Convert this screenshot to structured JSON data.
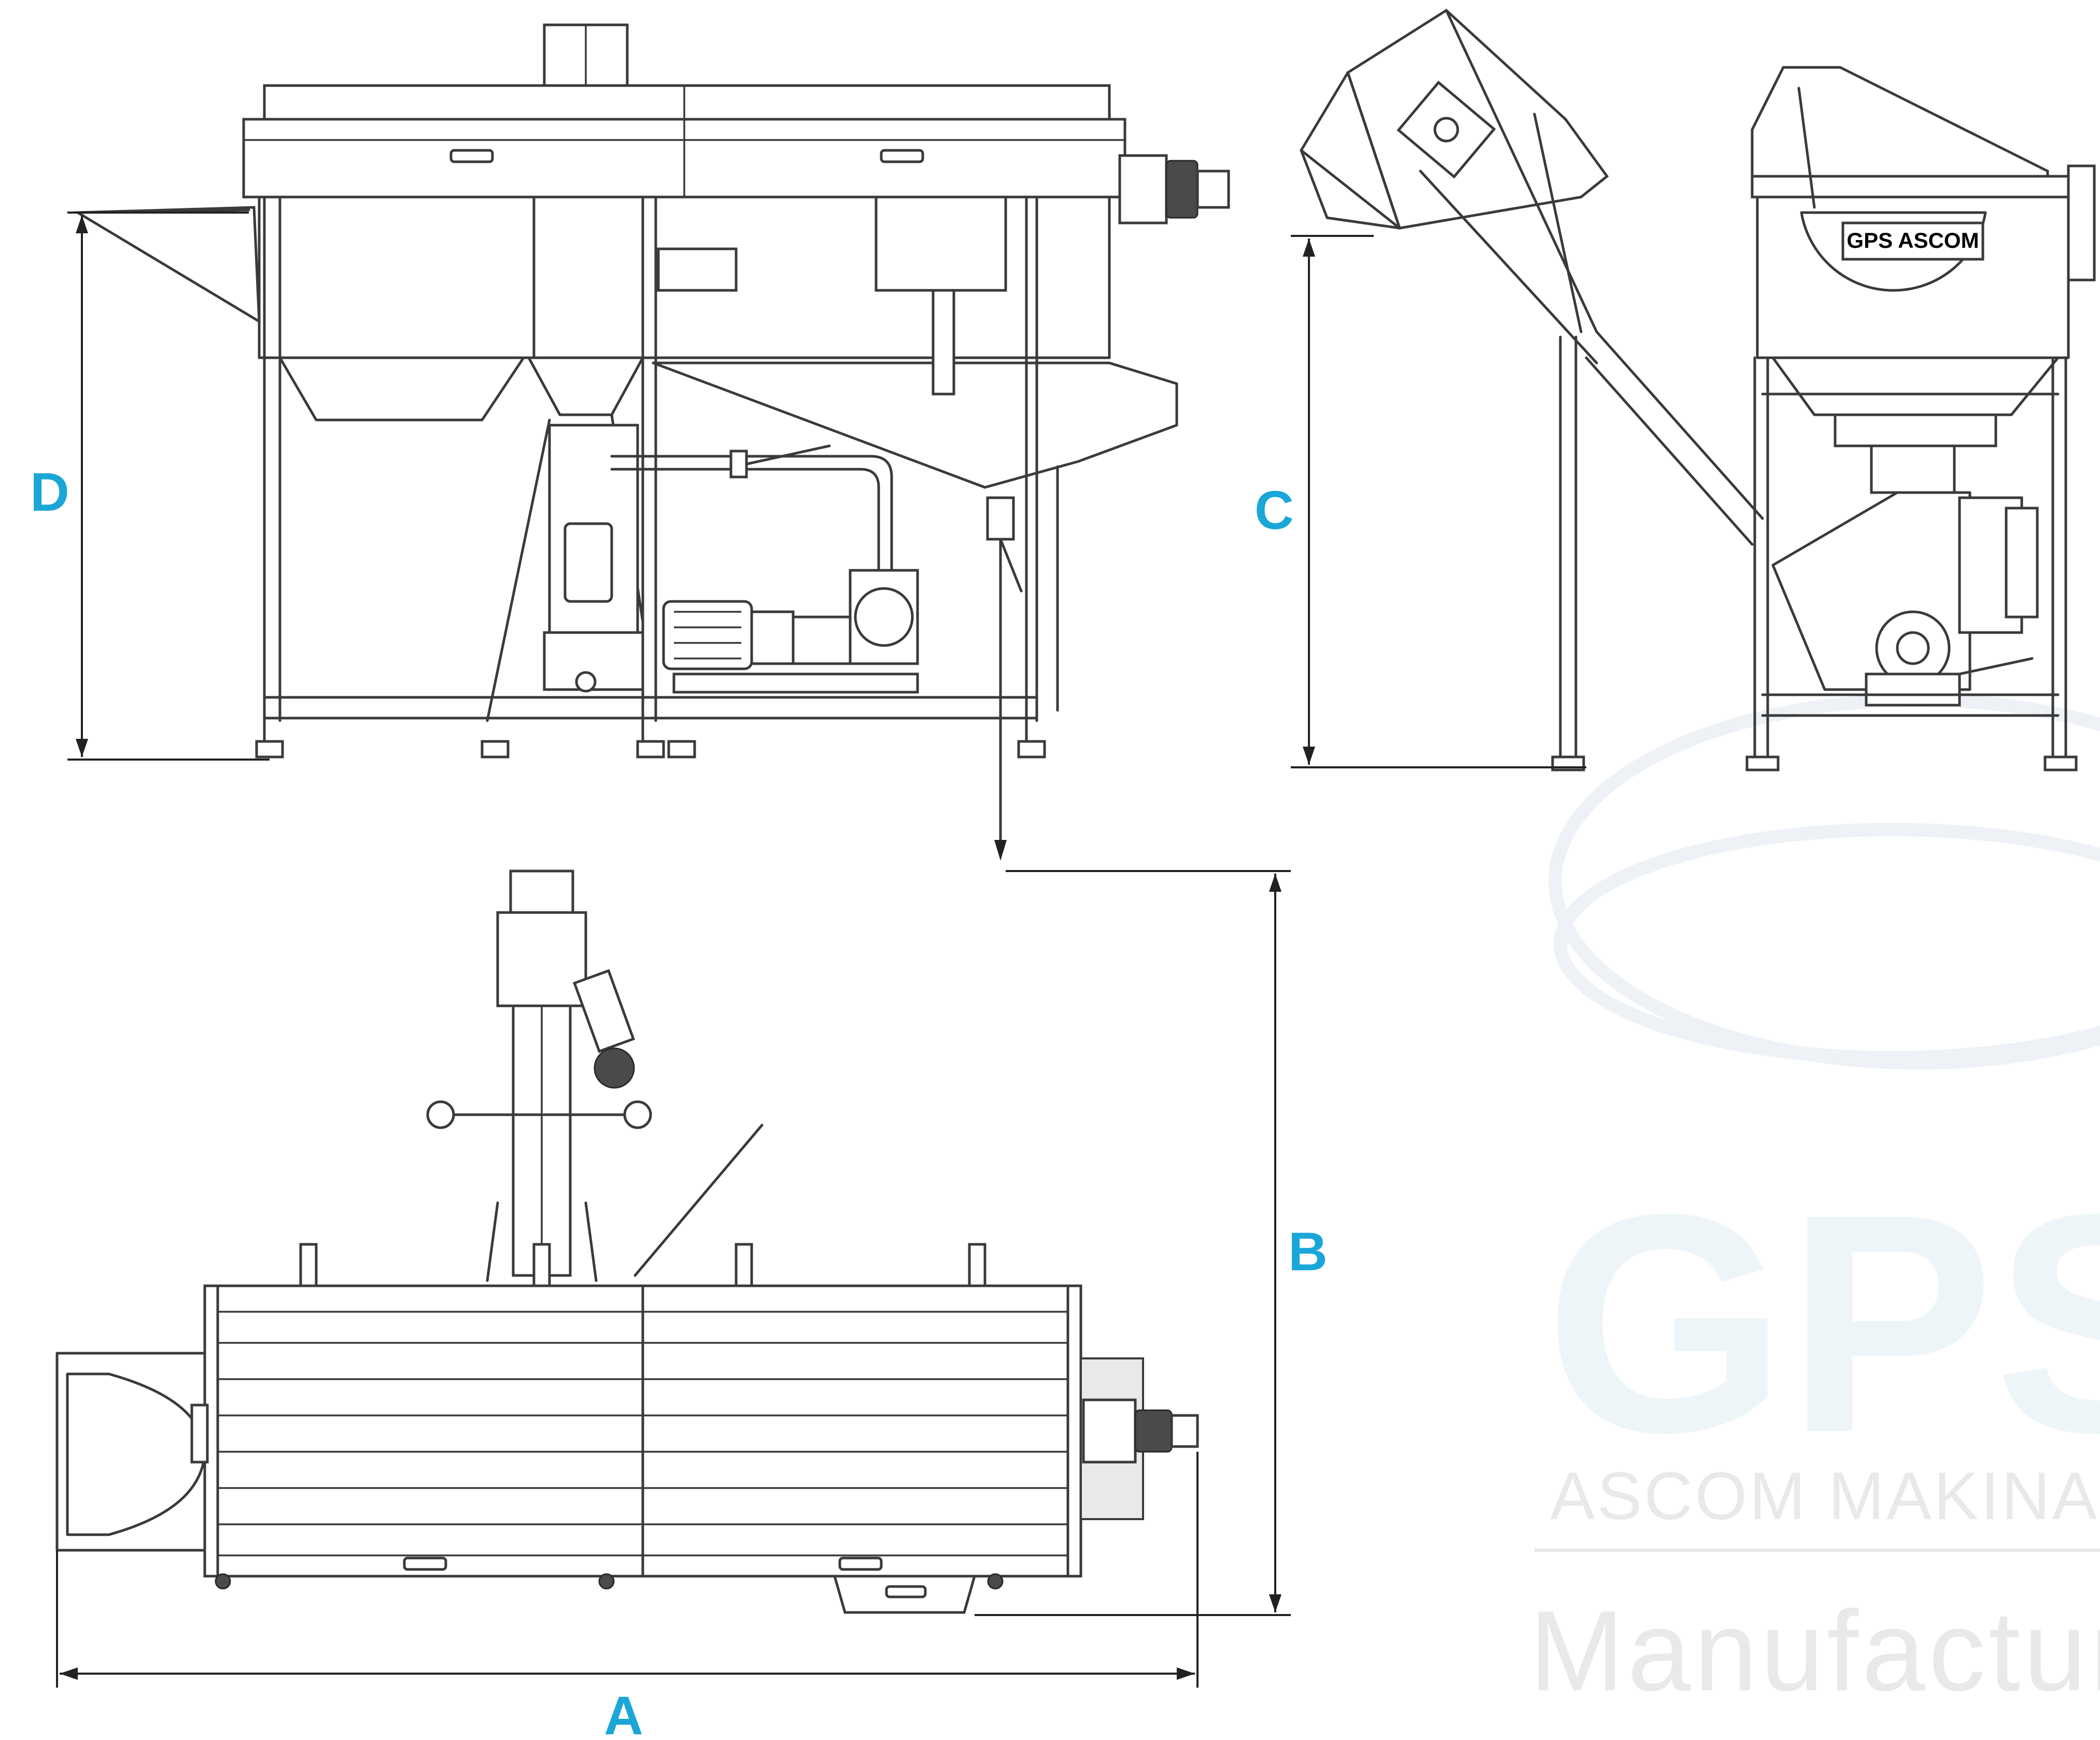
{
  "dimensions": {
    "A": "A",
    "B": "B",
    "C": "C",
    "D": "D"
  },
  "brand_plate": "GPS ASCOM",
  "watermark": {
    "logo_text": "GPS",
    "company_line": "ASCOM MAKINA SAN. Ti",
    "tagline": "Manufacturing"
  },
  "colors": {
    "dimension_label": "#1aa7d8",
    "line": "#3a3a3a",
    "watermark": "#e9eef2"
  }
}
